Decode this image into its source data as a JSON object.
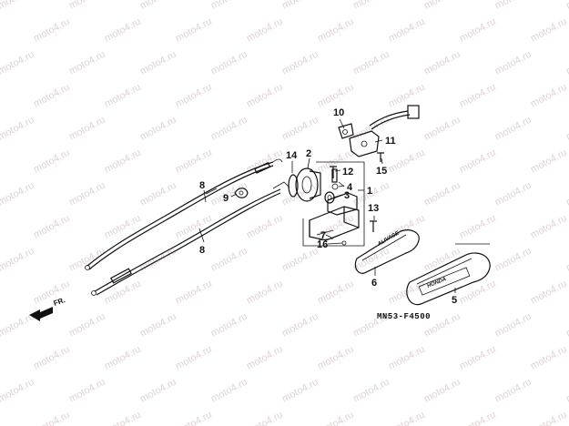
{
  "watermark": {
    "text": "moto4.ru"
  },
  "diagram_code": "MN53-F4500",
  "direction_label": "FR.",
  "grip_labels": {
    "part6": "ALIVAGE",
    "part5": "HONDA"
  },
  "callouts": [
    {
      "id": "c1",
      "label": "1"
    },
    {
      "id": "c2",
      "label": "2"
    },
    {
      "id": "c3",
      "label": "3"
    },
    {
      "id": "c4",
      "label": "4"
    },
    {
      "id": "c5",
      "label": "5"
    },
    {
      "id": "c6",
      "label": "6"
    },
    {
      "id": "c7",
      "label": "7"
    },
    {
      "id": "c8a",
      "label": "8"
    },
    {
      "id": "c8b",
      "label": "8"
    },
    {
      "id": "c9",
      "label": "9"
    },
    {
      "id": "c10",
      "label": "10"
    },
    {
      "id": "c11",
      "label": "11"
    },
    {
      "id": "c12",
      "label": "12"
    },
    {
      "id": "c13",
      "label": "13"
    },
    {
      "id": "c14",
      "label": "14"
    },
    {
      "id": "c15",
      "label": "15"
    },
    {
      "id": "c16",
      "label": "16"
    }
  ]
}
